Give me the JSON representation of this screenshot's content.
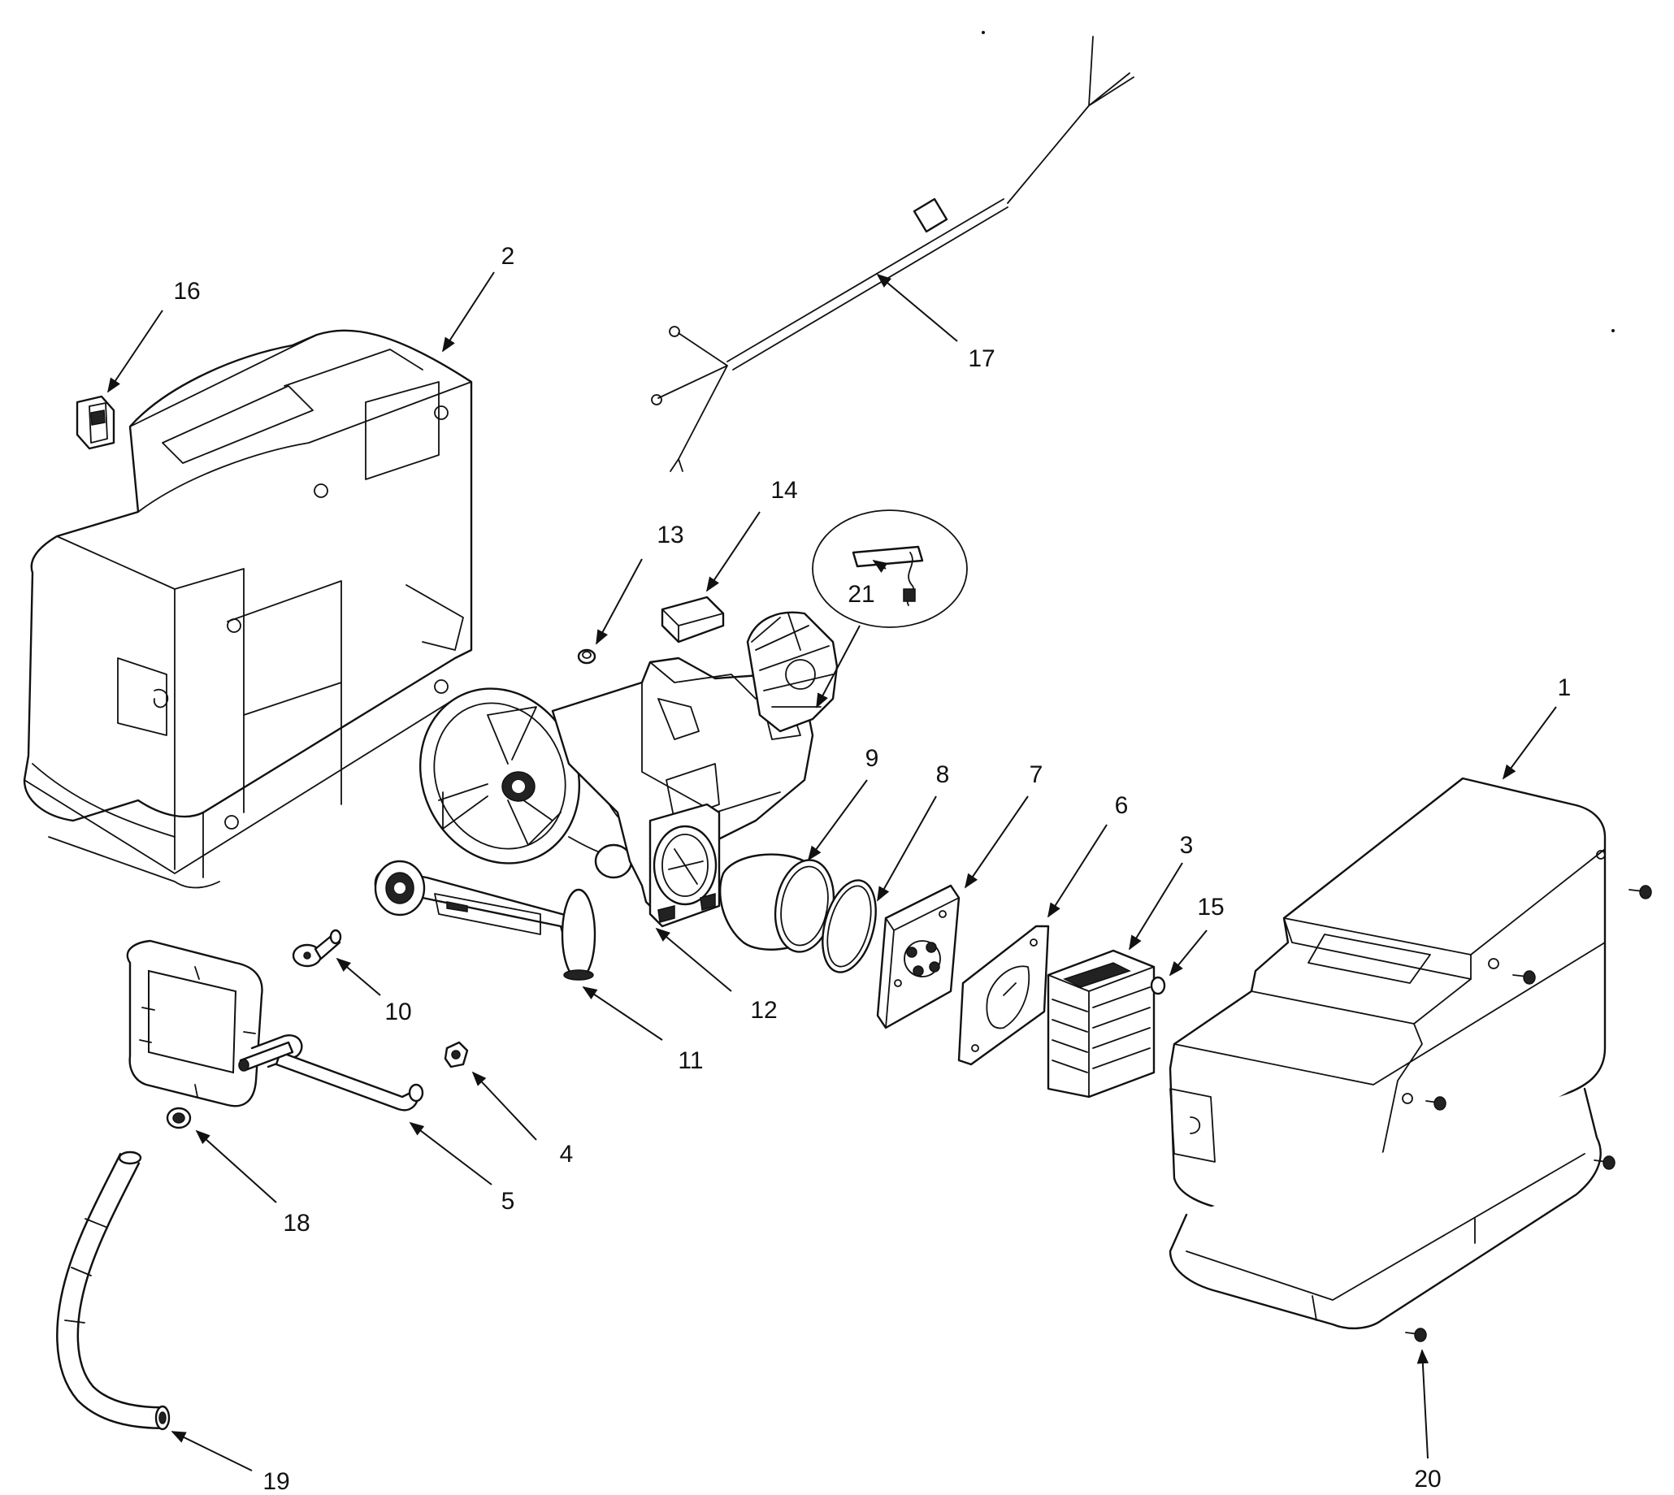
{
  "diagram": {
    "callouts": [
      {
        "key": "c1",
        "label": "1"
      },
      {
        "key": "c2",
        "label": "2"
      },
      {
        "key": "c3",
        "label": "3"
      },
      {
        "key": "c4",
        "label": "4"
      },
      {
        "key": "c5",
        "label": "5"
      },
      {
        "key": "c6",
        "label": "6"
      },
      {
        "key": "c7",
        "label": "7"
      },
      {
        "key": "c8",
        "label": "8"
      },
      {
        "key": "c9",
        "label": "9"
      },
      {
        "key": "c10",
        "label": "10"
      },
      {
        "key": "c11",
        "label": "11"
      },
      {
        "key": "c12",
        "label": "12"
      },
      {
        "key": "c13",
        "label": "13"
      },
      {
        "key": "c14",
        "label": "14"
      },
      {
        "key": "c15",
        "label": "15"
      },
      {
        "key": "c16",
        "label": "16"
      },
      {
        "key": "c17",
        "label": "17"
      },
      {
        "key": "c18",
        "label": "18"
      },
      {
        "key": "c19",
        "label": "19"
      },
      {
        "key": "c20",
        "label": "20"
      },
      {
        "key": "c21",
        "label": "21"
      }
    ],
    "colors": {
      "line": "#111111",
      "background": "#ffffff"
    }
  }
}
